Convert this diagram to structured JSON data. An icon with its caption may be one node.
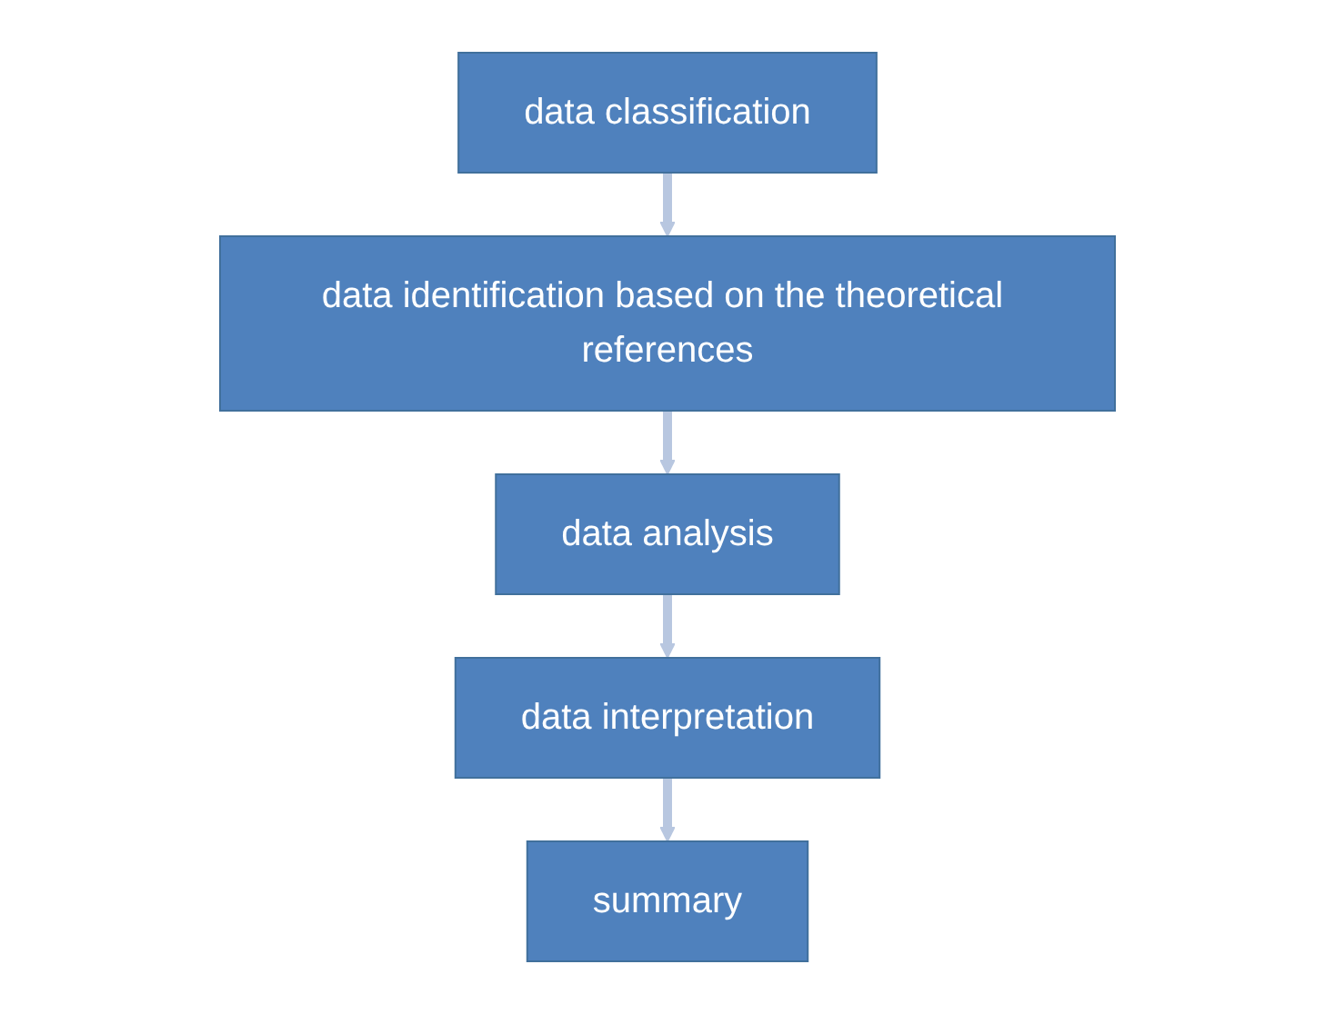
{
  "diagram": {
    "nodes": [
      {
        "text": [
          "data classification"
        ]
      },
      {
        "text": [
          "data identification based on the theoretical references"
        ]
      },
      {
        "text": [
          "data analysis"
        ]
      },
      {
        "text": [
          "data interpretation"
        ]
      },
      {
        "text": [
          "summary"
        ]
      }
    ],
    "edges": [
      {
        "from": 0,
        "to": 1,
        "arrow": "to"
      },
      {
        "from": 1,
        "to": 2,
        "arrow": "to"
      },
      {
        "from": 2,
        "to": 3,
        "arrow": "to"
      },
      {
        "from": 3,
        "to": 4,
        "arrow": "to"
      }
    ]
  }
}
